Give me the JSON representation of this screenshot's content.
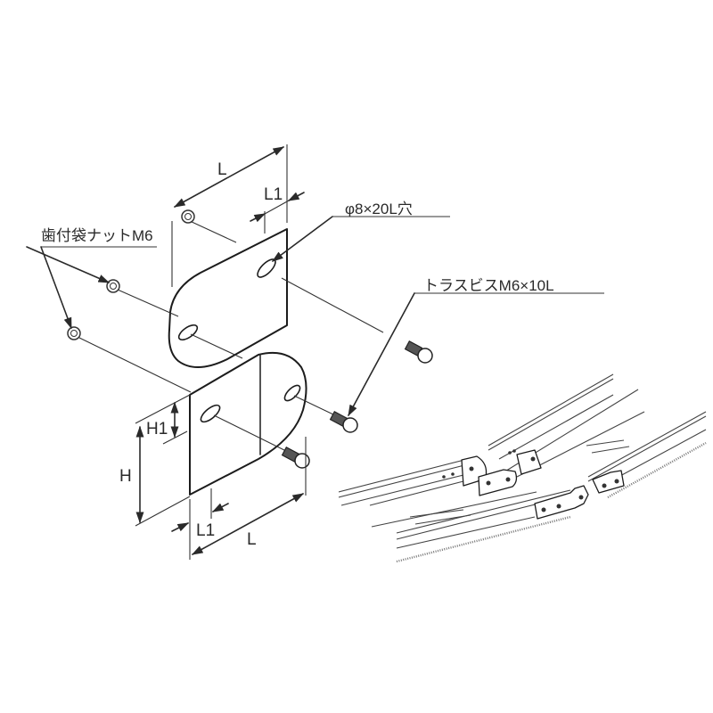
{
  "diagram": {
    "labels": {
      "nut": "歯付袋ナットM6",
      "hole": "φ8×20L穴",
      "screw": "トラスビスM6×10L"
    },
    "dimensions": {
      "top_L": "L",
      "top_L1": "L1",
      "bottom_L": "L",
      "bottom_L1": "L1",
      "H": "H",
      "H1": "H1"
    },
    "colors": {
      "line": "#2a2a2a",
      "background": "#ffffff"
    }
  }
}
